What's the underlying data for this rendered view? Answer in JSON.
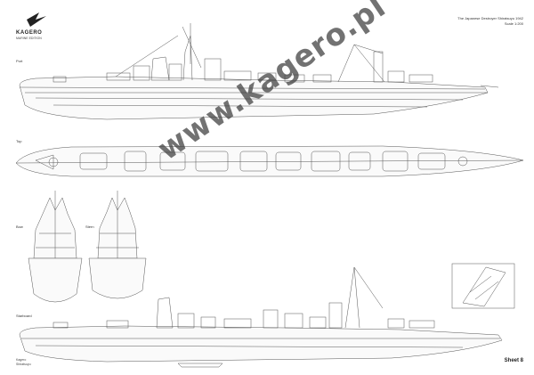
{
  "brand": {
    "name": "KAGERO",
    "subtitle": "MARINE EDITION"
  },
  "title_block": {
    "line1": "The Japanese Destroyer Shiratsuyu 1942",
    "line2": "Scale 1:200"
  },
  "views": {
    "profile": "Port",
    "top": "Top",
    "bow": "Bow",
    "stern": "Stern",
    "starboard": "Starboard"
  },
  "footer": {
    "note_line1": "Kagero",
    "note_line2": "Shiratsuyu",
    "sheet": "Sheet 8"
  },
  "watermark": "www.kagero.pl"
}
